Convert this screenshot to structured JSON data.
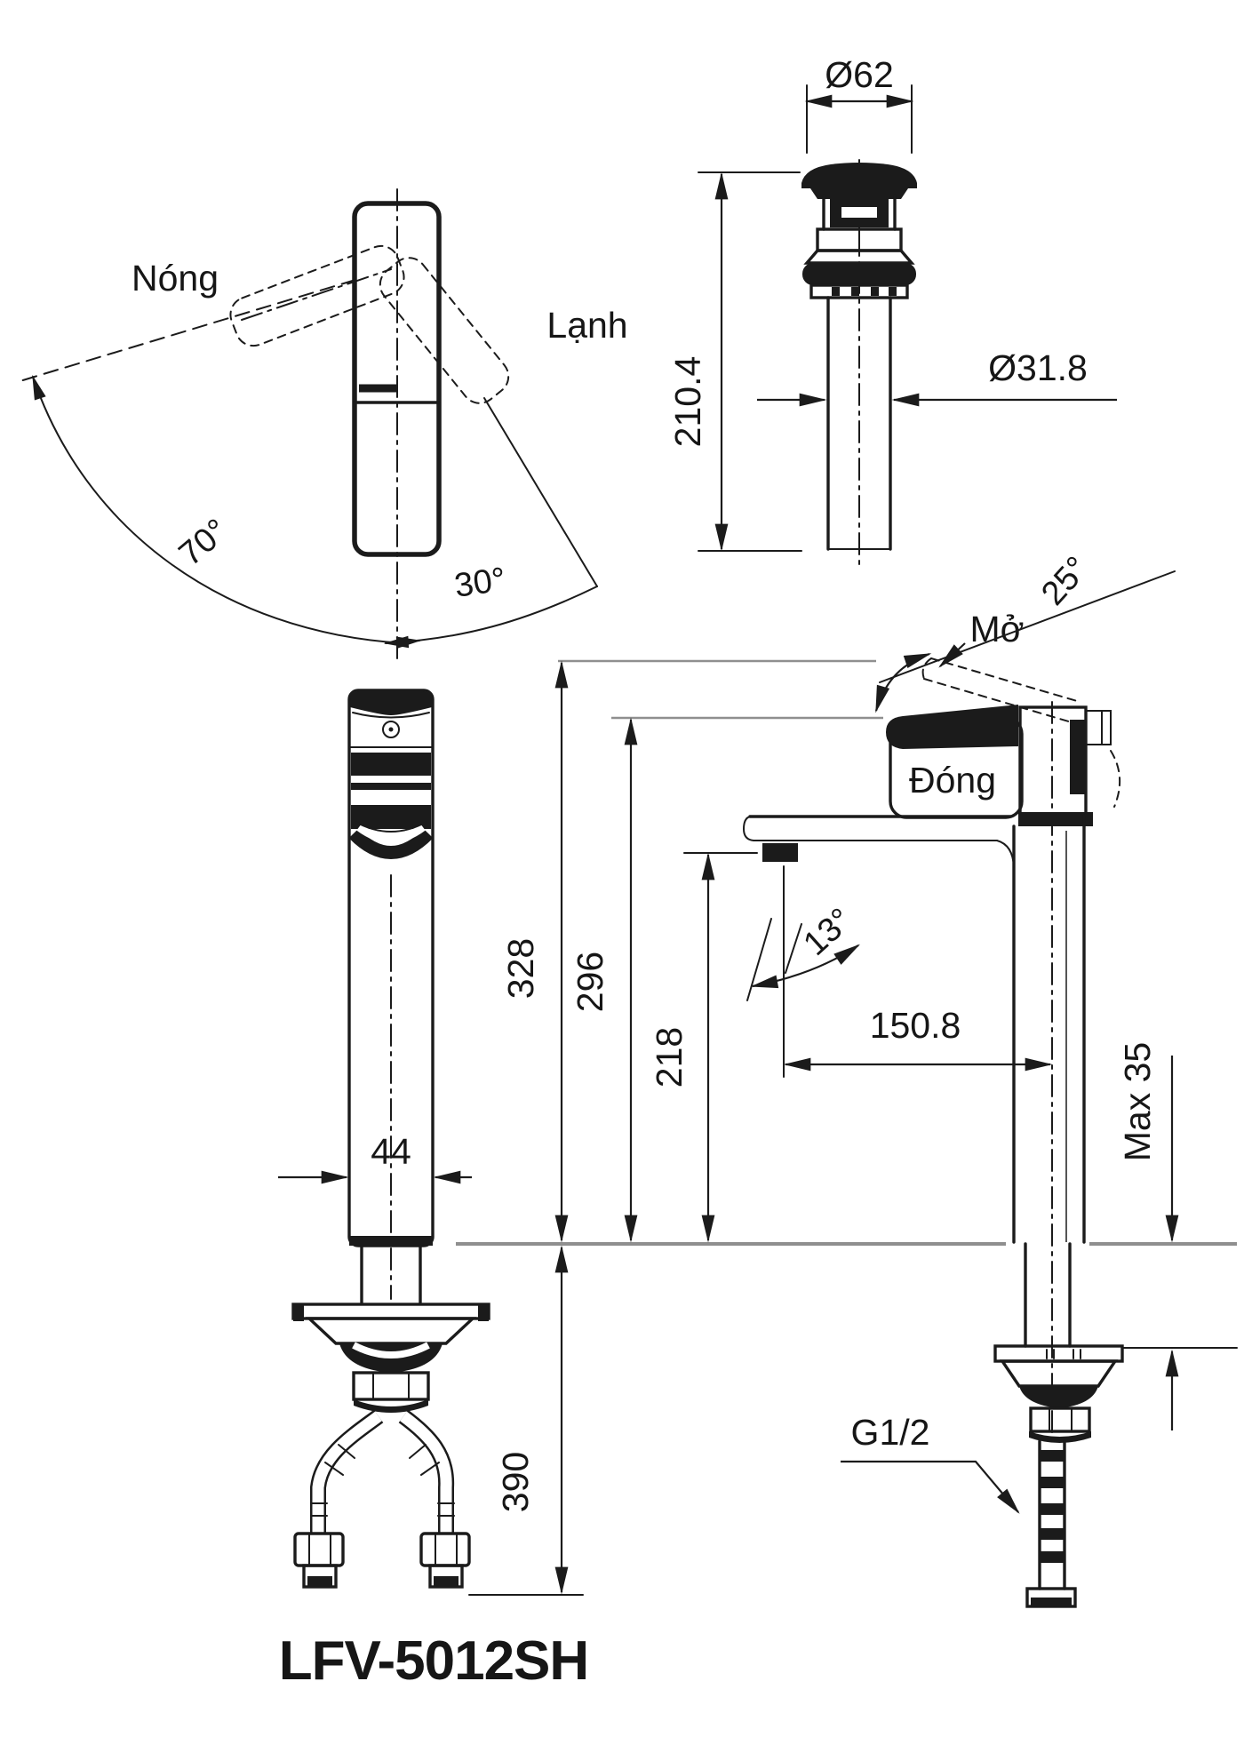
{
  "title": {
    "model": "LFV-5012SH"
  },
  "handle_diagram": {
    "hot_label": "Nóng",
    "cold_label": "Lạnh",
    "hot_swing_angle": "70°",
    "cold_swing_angle": "30°"
  },
  "drain_view": {
    "cap_diameter": "Ø62",
    "height": "210.4",
    "tube_diameter": "Ø31.8"
  },
  "side_view": {
    "open_label": "Mở",
    "close_label": "Đóng",
    "lever_open_angle": "25°",
    "outlet_tilt_angle": "13°",
    "height_total": "328",
    "height_spout_top": "296",
    "height_outlet": "218",
    "spout_reach": "150.8",
    "deck_thickness_max": "Max 35",
    "supply_thread": "G1/2"
  },
  "front_view": {
    "body_width": "44",
    "below_deck_length": "390"
  },
  "colors": {
    "line": "#1b1b1b",
    "construction_line": "#8f8f8f",
    "background": "#ffffff"
  }
}
